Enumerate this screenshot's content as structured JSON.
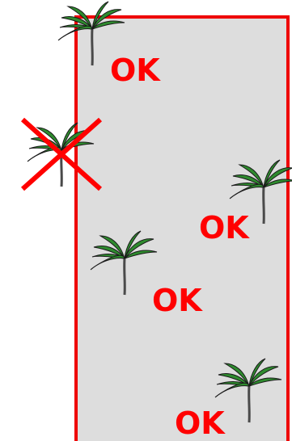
{
  "diagram": {
    "colors": {
      "boundary": "#ee0000",
      "field_fill": "#dddddd",
      "leaf": "#2e8b2e",
      "trunk": "#4a4a4a",
      "ok_text": "#ff0000",
      "cross": "#ff0000"
    },
    "trees": [
      {
        "status": "ok",
        "label": "OK"
      },
      {
        "status": "rejected",
        "label": ""
      },
      {
        "status": "ok",
        "label": "OK"
      },
      {
        "status": "ok",
        "label": "OK"
      },
      {
        "status": "ok",
        "label": "OK"
      }
    ],
    "icons": {
      "tree": "palm-tree-icon",
      "reject": "cross-icon"
    }
  }
}
